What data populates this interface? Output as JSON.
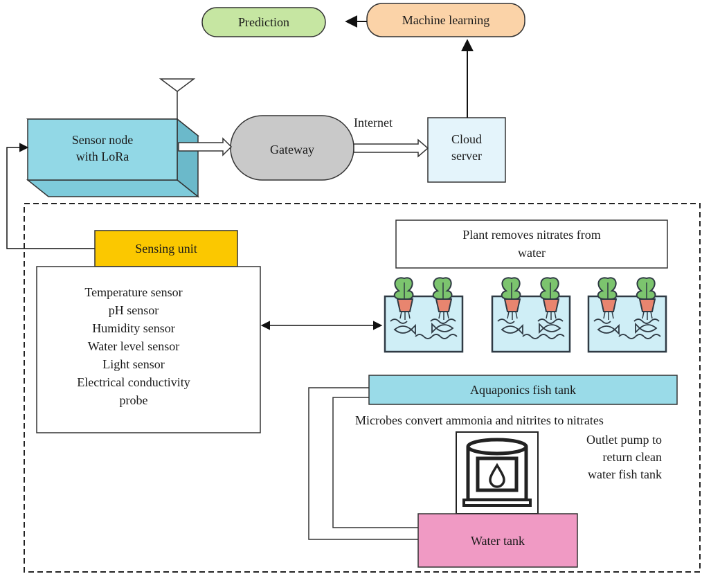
{
  "nodes": {
    "prediction": "Prediction",
    "machine_learning": "Machine learning",
    "sensor_node": [
      "Sensor node",
      "with LoRa"
    ],
    "gateway": "Gateway",
    "internet": "Internet",
    "cloud_server": [
      "Cloud",
      "server"
    ],
    "sensing_unit": "Sensing unit",
    "plant_removes": [
      "Plant removes nitrates from",
      "water"
    ],
    "aquaponics_fish_tank": "Aquaponics fish tank",
    "microbes": "Microbes convert ammonia and nitrites to nitrates",
    "outlet_pump": [
      "Outlet pump to",
      "return clean",
      "water fish tank"
    ],
    "water_tank": "Water tank"
  },
  "sensors": [
    "Temperature sensor",
    "pH sensor",
    "Humidity sensor",
    "Water level sensor",
    "Light sensor",
    "Electrical conductivity",
    "probe"
  ],
  "colors": {
    "prediction_fill": "#c6e6a2",
    "ml_fill": "#fbd3a8",
    "sensor_node_fill": "#92d8e6",
    "gateway_fill": "#c9c9c9",
    "cloud_fill": "#e4f4fb",
    "sensing_unit_fill": "#fbc800",
    "fish_tank_fill": "#9adbe8",
    "water_tank_fill": "#f09ac4",
    "plant_leaf": "#7cc46e",
    "plant_pot": "#e8856f",
    "water": "#cfeef6"
  }
}
